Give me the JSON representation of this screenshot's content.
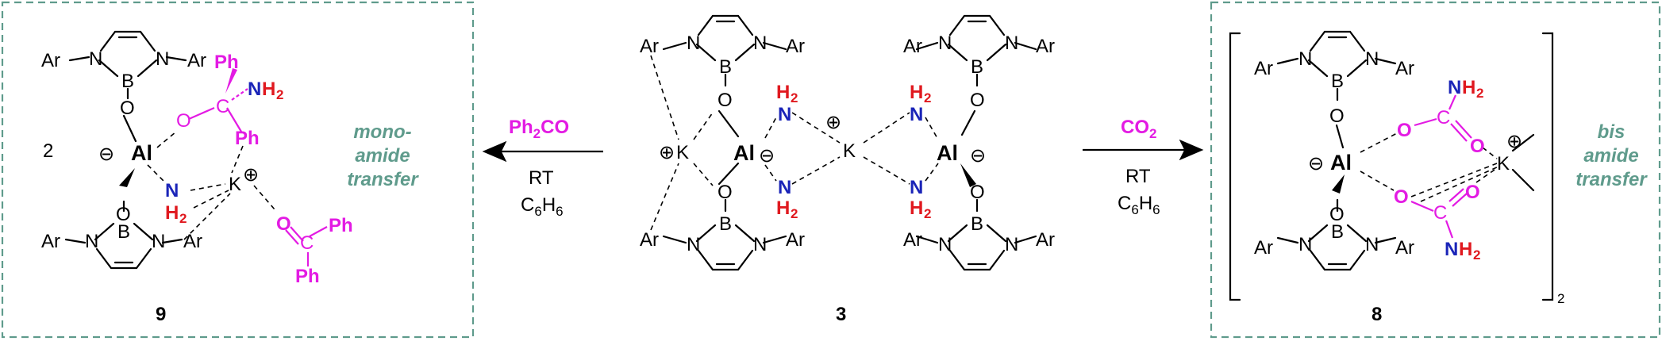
{
  "colors": {
    "magenta": "#e31be3",
    "blue": "#1a24b8",
    "red": "#e0191f",
    "teal": "#5f9b8c",
    "black": "#000000"
  },
  "atoms": {
    "Ar": "Ar",
    "N": "N",
    "B": "B",
    "O": "O",
    "Al": "Al",
    "K": "K",
    "H": "H",
    "two": "2",
    "C": "C",
    "Ph": "Ph",
    "minus": "⊖",
    "plus": "⊕"
  },
  "compounds": {
    "left": {
      "label": "9",
      "stoich": "2"
    },
    "center": {
      "label": "3"
    },
    "right": {
      "label": "8",
      "bracket_sub": "2"
    }
  },
  "reactions": {
    "left": {
      "reagent_main": "Ph",
      "reagent_sub": "2",
      "reagent_tail": "CO",
      "cond1": "RT",
      "cond2_a": "C",
      "cond2_b": "6",
      "cond2_c": "H",
      "cond2_d": "6"
    },
    "right": {
      "reagent_main": "CO",
      "reagent_sub": "2",
      "cond1": "RT",
      "cond2_a": "C",
      "cond2_b": "6",
      "cond2_c": "H",
      "cond2_d": "6"
    }
  },
  "notes": {
    "left_1": "mono-",
    "left_2": "amide",
    "left_3": "transfer",
    "right_1": "bis",
    "right_2": "amide",
    "right_3": "transfer"
  }
}
